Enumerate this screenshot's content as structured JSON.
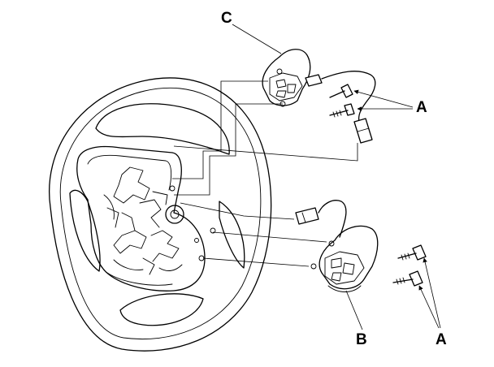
{
  "labels": {
    "c": "C",
    "a_upper": "A",
    "a_lower": "A",
    "b": "B"
  },
  "colors": {
    "line": "#000000",
    "background": "#ffffff"
  }
}
